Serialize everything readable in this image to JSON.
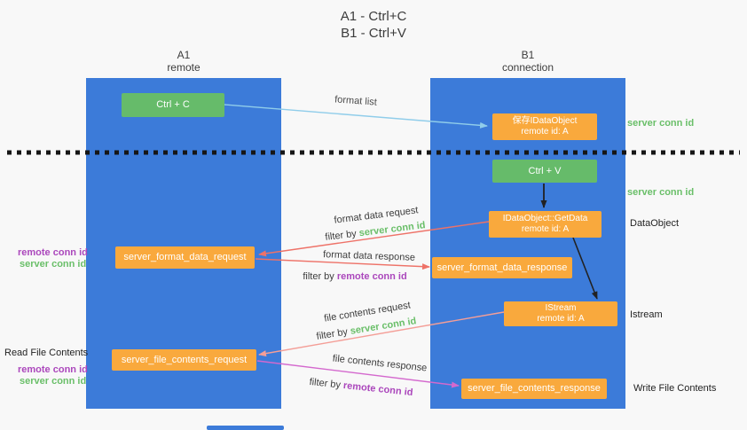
{
  "title": {
    "line1": "A1 - Ctrl+C",
    "line2": "B1 - Ctrl+V"
  },
  "lanes": {
    "left": {
      "name": "A1",
      "sub": "remote"
    },
    "right": {
      "name": "B1",
      "sub": "connection"
    }
  },
  "nodes": {
    "ctrl_c": {
      "label": "Ctrl + C"
    },
    "ctrl_v": {
      "label": "Ctrl + V"
    },
    "save_idataobject": {
      "line1": "保存IDataObject",
      "line2": "remote id: A"
    },
    "getdata": {
      "line1": "IDataObject::GetData",
      "line2": "remote id: A"
    },
    "istream": {
      "line1": "IStream",
      "line2": "remote id: A"
    },
    "format_request": {
      "label": "server_format_data_request"
    },
    "format_response": {
      "label": "server_format_data_response"
    },
    "file_request": {
      "label": "server_file_contents_request"
    },
    "file_response": {
      "label": "server_file_contents_response"
    }
  },
  "arrow_labels": {
    "format_list": "format list",
    "format_data_request": "format data request",
    "format_data_response": "format data response",
    "file_contents_request": "file contents request",
    "file_contents_response": "file contents response",
    "filter_by": "filter by ",
    "server_conn_id": "server conn id",
    "remote_conn_id": "remote conn id"
  },
  "side_labels": {
    "server_conn_id_top": "server conn id",
    "server_conn_id_mid": "server conn id",
    "dataobject": "DataObject",
    "istream": "Istream",
    "read_file_contents": "Read File Contents",
    "write_file_contents": "Write File Contents",
    "remote_conn_id": "remote conn id",
    "server_conn_id": "server conn id"
  },
  "colors": {
    "lane_blue": "#3c7bd9",
    "box_green": "#66bb6a",
    "box_orange": "#f9a93d",
    "text_green": "#6abf69",
    "text_purple": "#ab47bc",
    "arrow_lightblue": "#90cdea",
    "arrow_red": "#ee7268",
    "arrow_pink": "#f49e97",
    "arrow_magenta": "#d469ce",
    "arrow_black": "#222222",
    "divider_black": "#161616"
  }
}
